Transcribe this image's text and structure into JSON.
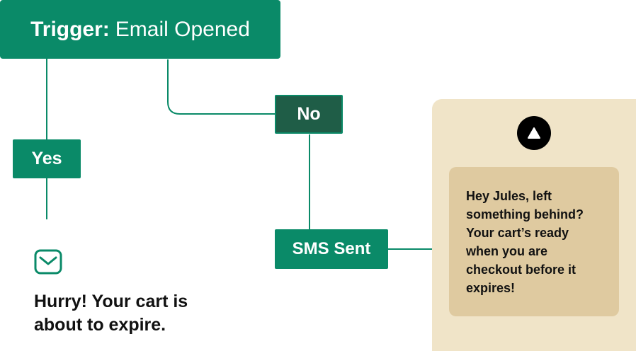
{
  "trigger": {
    "prefix": "Trigger:",
    "event": "Email Opened"
  },
  "branches": {
    "yes": "Yes",
    "no": "No"
  },
  "email": {
    "icon": "email-icon",
    "message": "Hurry! Your cart is about to expire."
  },
  "sms": {
    "node_label": "SMS Sent",
    "icon": "triangle-up-icon",
    "message": "Hey Jules, left something behind? Your cart’s ready when you are checkout before it expires!"
  },
  "colors": {
    "green": "#0a8a68",
    "dark_green": "#1f5d47",
    "phone_bg": "#f0e4c8",
    "bubble_bg": "#dfcaa0",
    "text": "#111111"
  }
}
